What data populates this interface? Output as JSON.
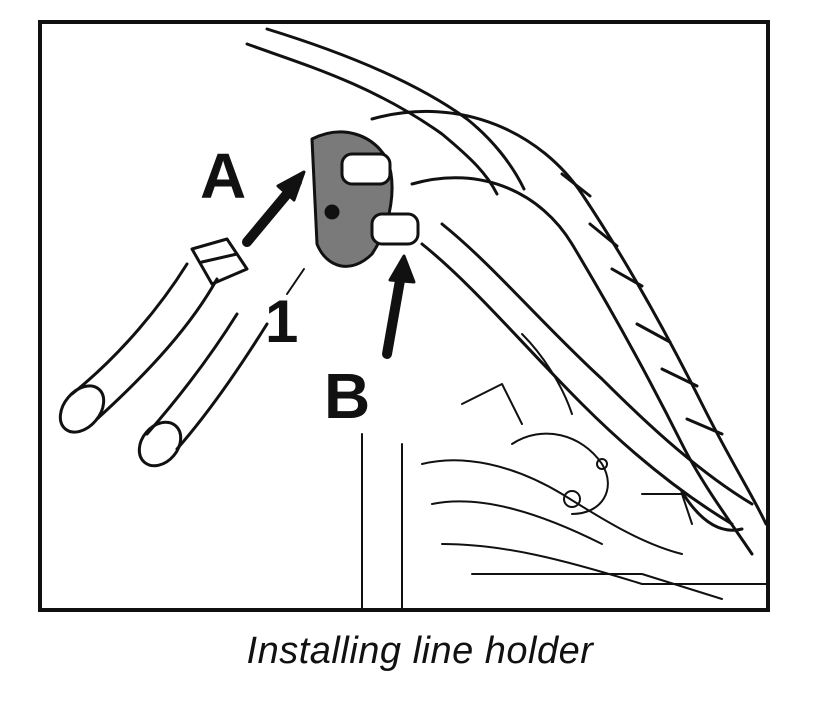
{
  "diagram": {
    "callouts": {
      "a": "A",
      "b": "B",
      "one": "1"
    },
    "caption": "Installing line holder",
    "colors": {
      "ink": "#111111",
      "paper": "#ffffff",
      "shade": "#7a7a7a"
    }
  }
}
